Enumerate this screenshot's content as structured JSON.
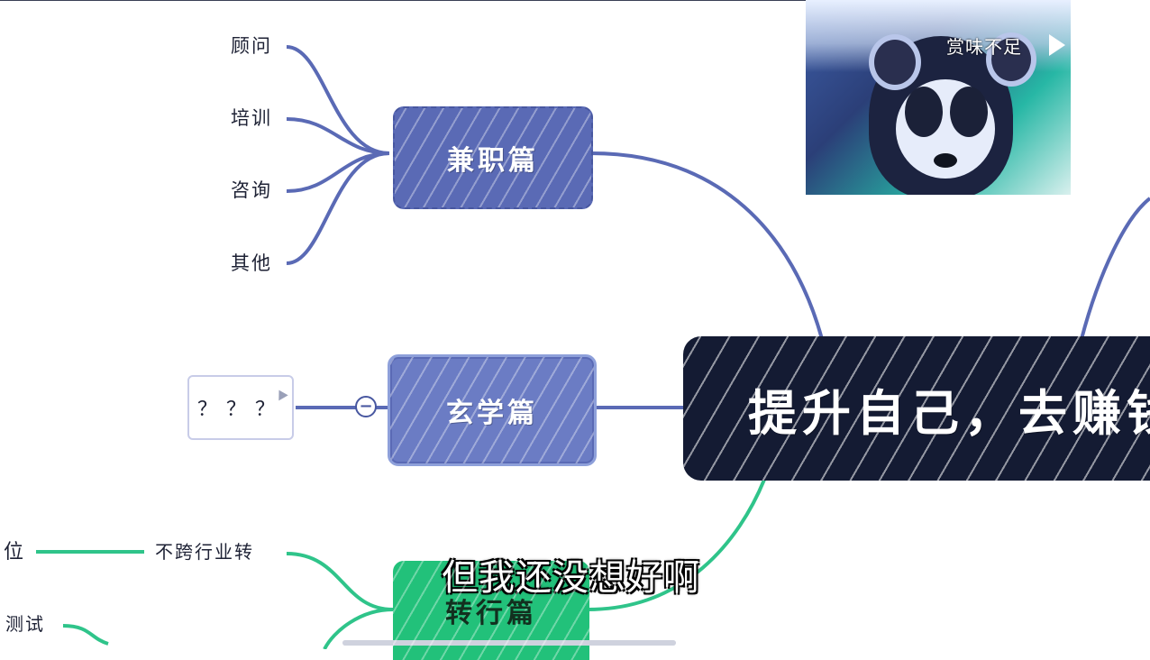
{
  "mindmap": {
    "root": {
      "label": "提升自己，去赚钱"
    },
    "branches": [
      {
        "label": "兼职篇",
        "color": "#5a6ab5",
        "children": [
          "顾问",
          "培训",
          "咨询",
          "其他"
        ]
      },
      {
        "label": "玄学篇",
        "color": "#6b7cc4",
        "children": [
          "？？？"
        ],
        "collapse_symbol": "−"
      },
      {
        "label": "转行篇",
        "color": "#22c17a",
        "children": [
          "不跨行业转",
          "测试"
        ],
        "sub_leaf": "位"
      }
    ]
  },
  "video": {
    "caption": "赏味不足",
    "subtitle": "但我还没想好啊"
  },
  "colors": {
    "connector_blue": "#5a6ab5",
    "connector_green": "#2fc48a",
    "root_bg": "#141b33"
  }
}
